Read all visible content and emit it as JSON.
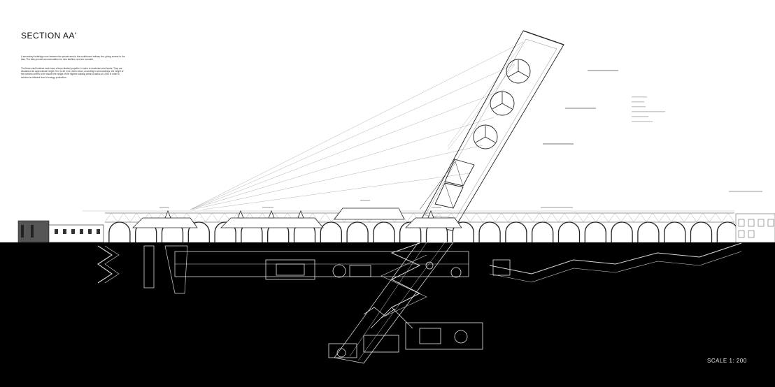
{
  "drawing": {
    "title": "SECTION AA'",
    "scale_label": "SCALE   1: 200",
    "description": [
      "A secondary footbridge runs between the private area to the southbound railway line, giving access to the flats. The flats provide accommodation for new families, and are movable.",
      "The three wind turbines each have a three-bladed propeller, in order to maximise wind levels. They are situated at an approximate height 20 m to 40 m at 10m/s mean, according to surroundings, the height of the turbines seems to be double the height of the highest building within a radius of 100m in order to achieve an efficient level of energy production."
    ],
    "colors": {
      "background": "#ffffff",
      "ground": "#000000",
      "linework": "#111111",
      "underground_linework": "#d9d9d9"
    }
  }
}
